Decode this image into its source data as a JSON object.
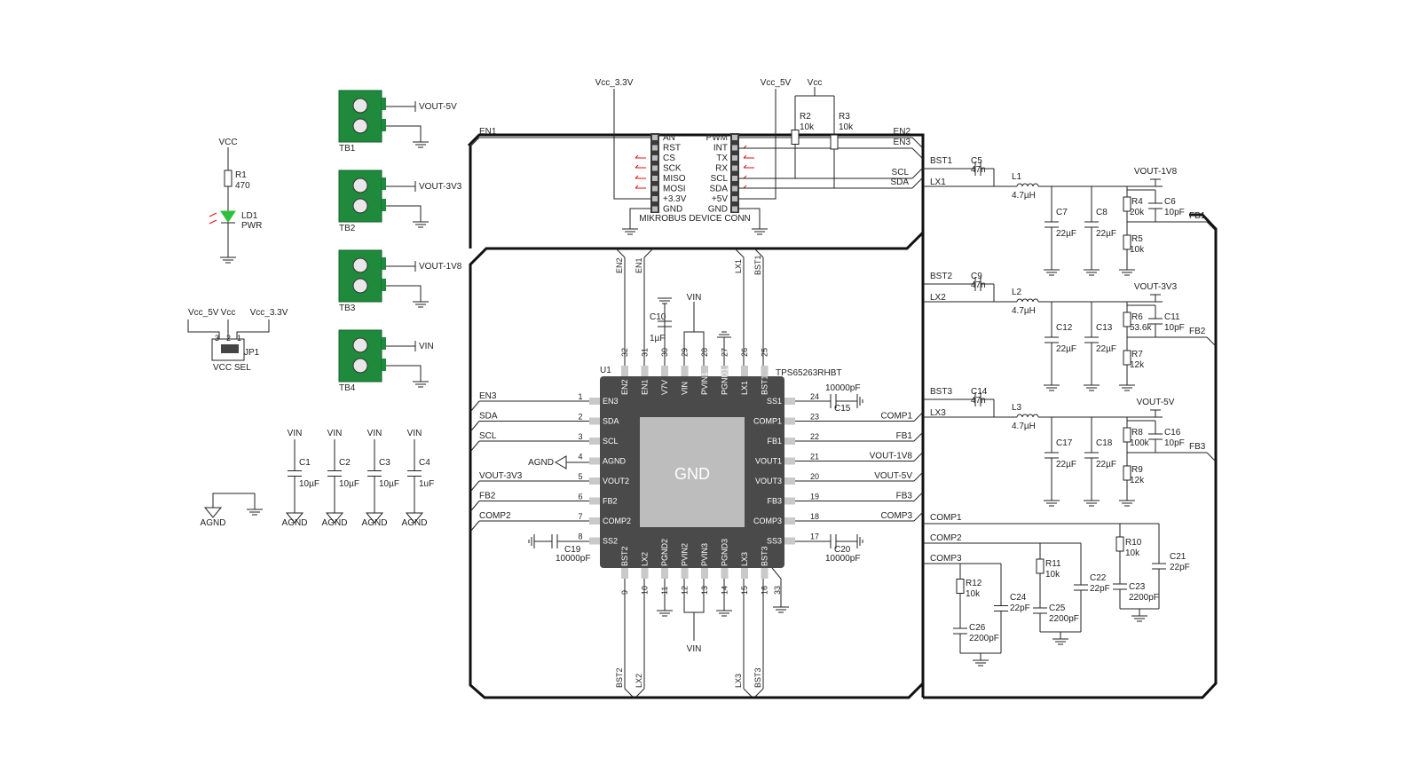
{
  "colors": {
    "chip": "#4a4a4a",
    "pad": "#b9b9b9",
    "terminal": "#1f8a3b",
    "led": "#2fbf3a",
    "arrows": "#d11111"
  },
  "chip": {
    "ref": "U1",
    "part": "TPS65263RHBT",
    "center": "GND",
    "left_pins": [
      {
        "num": "1",
        "name": "EN3",
        "net": "EN3"
      },
      {
        "num": "2",
        "name": "SDA",
        "net": "SDA"
      },
      {
        "num": "3",
        "name": "SCL",
        "net": "SCL"
      },
      {
        "num": "4",
        "name": "AGND",
        "net": "AGND"
      },
      {
        "num": "5",
        "name": "VOUT2",
        "net": "VOUT-3V3"
      },
      {
        "num": "6",
        "name": "FB2",
        "net": "FB2"
      },
      {
        "num": "7",
        "name": "COMP2",
        "net": "COMP2"
      },
      {
        "num": "8",
        "name": "SS2",
        "net": ""
      }
    ],
    "right_pins": [
      {
        "num": "24",
        "name": "SS1",
        "net": ""
      },
      {
        "num": "23",
        "name": "COMP1",
        "net": "COMP1"
      },
      {
        "num": "22",
        "name": "FB1",
        "net": "FB1"
      },
      {
        "num": "21",
        "name": "VOUT1",
        "net": "VOUT-1V8"
      },
      {
        "num": "20",
        "name": "VOUT3",
        "net": "VOUT-5V"
      },
      {
        "num": "19",
        "name": "FB3",
        "net": "FB3"
      },
      {
        "num": "18",
        "name": "COMP3",
        "net": "COMP3"
      },
      {
        "num": "17",
        "name": "SS3",
        "net": ""
      }
    ],
    "top_pins": [
      {
        "num": "32",
        "name": "EN2",
        "net": "EN2"
      },
      {
        "num": "31",
        "name": "EN1",
        "net": "EN1"
      },
      {
        "num": "30",
        "name": "V7V",
        "net": ""
      },
      {
        "num": "29",
        "name": "VIN",
        "net": ""
      },
      {
        "num": "28",
        "name": "PVIN1",
        "net": ""
      },
      {
        "num": "27",
        "name": "PGND1",
        "net": ""
      },
      {
        "num": "26",
        "name": "LX1",
        "net": "LX1"
      },
      {
        "num": "25",
        "name": "BST1",
        "net": "BST1"
      }
    ],
    "bottom_pins": [
      {
        "num": "9",
        "name": "BST2",
        "net": "BST2"
      },
      {
        "num": "10",
        "name": "LX2",
        "net": "LX2"
      },
      {
        "num": "11",
        "name": "PGND2",
        "net": ""
      },
      {
        "num": "12",
        "name": "PVIN2",
        "net": ""
      },
      {
        "num": "13",
        "name": "PVIN3",
        "net": ""
      },
      {
        "num": "14",
        "name": "PGND3",
        "net": ""
      },
      {
        "num": "15",
        "name": "LX3",
        "net": "LX3"
      },
      {
        "num": "16",
        "name": "BST3",
        "net": "BST3"
      }
    ],
    "pin33": "33",
    "caps": {
      "c10": {
        "ref": "C10",
        "value": "1µF"
      },
      "c15": {
        "ref": "C15",
        "value": "10000pF"
      },
      "c19": {
        "ref": "C19",
        "value": "10000pF"
      },
      "c20": {
        "ref": "C20",
        "value": "10000pF"
      }
    },
    "vin_labels": [
      "VIN",
      "VIN"
    ],
    "agnd_label": "AGND"
  },
  "header": {
    "title": "MIKROBUS DEVICE CONN",
    "left_labels": [
      "AN",
      "RST",
      "CS",
      "SCK",
      "MISO",
      "MOSI",
      "+3.3V",
      "GND"
    ],
    "right_labels": [
      "PWM",
      "INT",
      "TX",
      "RX",
      "SCL",
      "SDA",
      "+5V",
      "GND"
    ],
    "vcc33": "Vcc_3.3V",
    "vcc5": "Vcc_5V",
    "vcc": "Vcc",
    "r2": {
      "ref": "R2",
      "value": "10k"
    },
    "r3": {
      "ref": "R3",
      "value": "10k"
    },
    "nets": {
      "en1": "EN1",
      "en2": "EN2",
      "en3": "EN3",
      "scl": "SCL",
      "sda": "SDA"
    }
  },
  "terminals": [
    {
      "ref": "TB1",
      "net": "VOUT-5V"
    },
    {
      "ref": "TB2",
      "net": "VOUT-3V3"
    },
    {
      "ref": "TB3",
      "net": "VOUT-1V8"
    },
    {
      "ref": "TB4",
      "net": "VIN"
    }
  ],
  "led": {
    "vcc": "VCC",
    "r": {
      "ref": "R1",
      "value": "470"
    },
    "ref": "LD1",
    "name": "PWR"
  },
  "jumper": {
    "labels": [
      "Vcc_5V",
      "Vcc",
      "Vcc_3.3V"
    ],
    "ref": "JP1",
    "name": "VCC SEL",
    "pins": [
      "3",
      "2",
      "1"
    ]
  },
  "decoupling": [
    {
      "net": "VIN",
      "ref": "C1",
      "value": "10µF",
      "gnd": "AGND"
    },
    {
      "net": "VIN",
      "ref": "C2",
      "value": "10µF",
      "gnd": "AGND"
    },
    {
      "net": "VIN",
      "ref": "C3",
      "value": "10µF",
      "gnd": "AGND"
    },
    {
      "net": "VIN",
      "ref": "C4",
      "value": "1uF",
      "gnd": "AGND"
    }
  ],
  "agnd_tie": "AGND",
  "outputs": [
    {
      "bst": "BST1",
      "lx": "LX1",
      "cb": {
        "ref": "C5",
        "value": "47n"
      },
      "l": {
        "ref": "L1",
        "value": "4.7µH"
      },
      "c_a": {
        "ref": "C7",
        "value": "22µF"
      },
      "c_b": {
        "ref": "C8",
        "value": "22µF"
      },
      "r_top": {
        "ref": "R4",
        "value": "20k"
      },
      "r_bot": {
        "ref": "R5",
        "value": "10k"
      },
      "cff": {
        "ref": "C6",
        "value": "10pF"
      },
      "vout": "VOUT-1V8",
      "fb": "FB1"
    },
    {
      "bst": "BST2",
      "lx": "LX2",
      "cb": {
        "ref": "C9",
        "value": "47n"
      },
      "l": {
        "ref": "L2",
        "value": "4.7µH"
      },
      "c_a": {
        "ref": "C12",
        "value": "22µF"
      },
      "c_b": {
        "ref": "C13",
        "value": "22µF"
      },
      "r_top": {
        "ref": "R6",
        "value": "53.6k"
      },
      "r_bot": {
        "ref": "R7",
        "value": "12k"
      },
      "cff": {
        "ref": "C11",
        "value": "10pF"
      },
      "vout": "VOUT-3V3",
      "fb": "FB2"
    },
    {
      "bst": "BST3",
      "lx": "LX3",
      "cb": {
        "ref": "C14",
        "value": "47n"
      },
      "l": {
        "ref": "L3",
        "value": "4.7µH"
      },
      "c_a": {
        "ref": "C17",
        "value": "22µF"
      },
      "c_b": {
        "ref": "C18",
        "value": "22µF"
      },
      "r_top": {
        "ref": "R8",
        "value": "100k"
      },
      "r_bot": {
        "ref": "R9",
        "value": "12k"
      },
      "cff": {
        "ref": "C16",
        "value": "10pF"
      },
      "vout": "VOUT-5V",
      "fb": "FB3"
    }
  ],
  "compensation": [
    {
      "net": "COMP1",
      "r": {
        "ref": "R10",
        "value": "10k"
      },
      "c_ser": {
        "ref": "C23",
        "value": "2200pF"
      },
      "c_par": {
        "ref": "C21",
        "value": "22pF"
      }
    },
    {
      "net": "COMP2",
      "r": {
        "ref": "R11",
        "value": "10k"
      },
      "c_ser": {
        "ref": "C25",
        "value": "2200pF"
      },
      "c_par": {
        "ref": "C22",
        "value": "22pF"
      }
    },
    {
      "net": "COMP3",
      "r": {
        "ref": "R12",
        "value": "10k"
      },
      "c_ser": {
        "ref": "C26",
        "value": "2200pF"
      },
      "c_par": {
        "ref": "C24",
        "value": "22pF"
      }
    }
  ]
}
